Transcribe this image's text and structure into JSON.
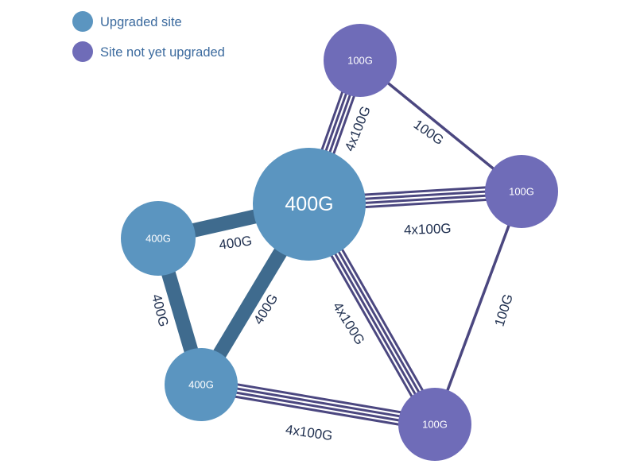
{
  "legend": {
    "upgraded": {
      "label": "Upgraded site",
      "color": "#5b95c0"
    },
    "not_upgraded": {
      "label": "Site not yet upgraded",
      "color": "#6f6cb8"
    }
  },
  "colors": {
    "link_400g": "#3f6b8e",
    "link_100g": "#4b4780",
    "parallel_gap": "#ffffff"
  },
  "nodes": {
    "hub": {
      "label": "400G",
      "status": "upgraded"
    },
    "left": {
      "label": "400G",
      "status": "upgraded"
    },
    "bottom_left": {
      "label": "400G",
      "status": "upgraded"
    },
    "top": {
      "label": "100G",
      "status": "not_upgraded"
    },
    "right": {
      "label": "100G",
      "status": "not_upgraded"
    },
    "bottom_right": {
      "label": "100G",
      "status": "not_upgraded"
    }
  },
  "links": {
    "hub_left": {
      "label": "400G",
      "type": "400G"
    },
    "hub_bottom_left": {
      "label": "400G",
      "type": "400G"
    },
    "left_bottom_left": {
      "label": "400G",
      "type": "400G"
    },
    "hub_top": {
      "label": "4x100G",
      "type": "4x100G"
    },
    "hub_right": {
      "label": "4x100G",
      "type": "4x100G"
    },
    "hub_bottom_right": {
      "label": "4x100G",
      "type": "4x100G"
    },
    "bottom_left_bottom_right": {
      "label": "4x100G",
      "type": "4x100G"
    },
    "top_right": {
      "label": "100G",
      "type": "100G"
    },
    "right_bottom_right": {
      "label": "100G",
      "type": "100G"
    }
  }
}
